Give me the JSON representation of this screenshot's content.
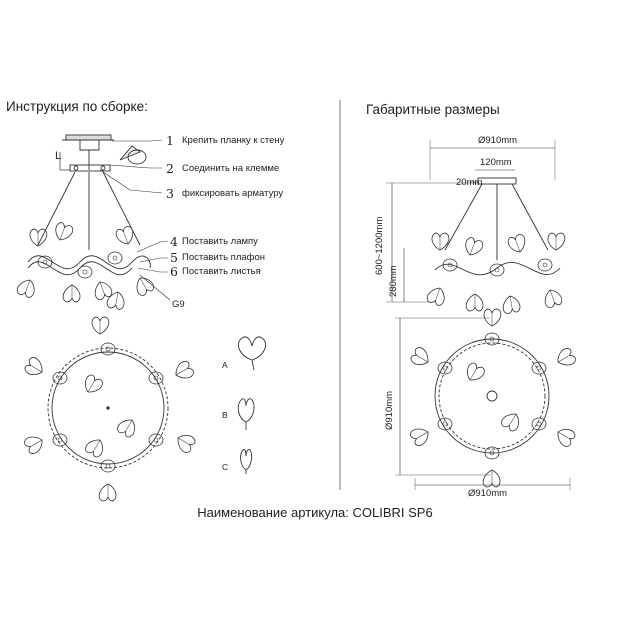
{
  "left_heading": "Инструкция по сборке:",
  "right_heading": "Габаритные размеры",
  "steps": [
    {
      "num": "1",
      "text": "Крепить планку к стену"
    },
    {
      "num": "2",
      "text": "Соединить на клемме"
    },
    {
      "num": "3",
      "text": "фиксировать арматуру"
    },
    {
      "num": "4",
      "text": "Поставить лампу"
    },
    {
      "num": "5",
      "text": "Поставить плафон"
    },
    {
      "num": "6",
      "text": "Поставить листья"
    }
  ],
  "bulb_label": "G9",
  "callout_L": "L",
  "parts": [
    "A",
    "B",
    "C"
  ],
  "dimensions": {
    "top_width": "Ø910mm",
    "canopy": "120mm",
    "canopy_depth": "20mm",
    "height_range": "600~1200mm",
    "body_height": "280mm",
    "plan_depth": "Ø910mm",
    "plan_width": "Ø910mm"
  },
  "caption": "Наименование артикула: COLIBRI SP6"
}
